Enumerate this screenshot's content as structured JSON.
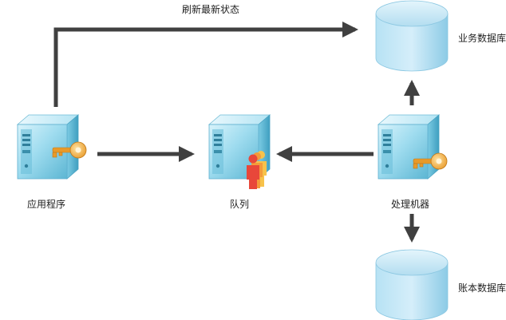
{
  "nodes": {
    "app": {
      "label": "应用程序"
    },
    "queue": {
      "label": "队列"
    },
    "processor": {
      "label": "处理机器"
    },
    "business_db": {
      "label": "业务数据库"
    },
    "account_db": {
      "label": "账本数据库"
    }
  },
  "edges": {
    "refresh": {
      "label": "刷新最新状态"
    }
  },
  "colors": {
    "arrow": "#404040",
    "server_front": "#8fd3e8",
    "server_side": "#5fb8d4",
    "db_body": "#a8d8ee",
    "key": "#f4b24a",
    "people_red": "#e8473a",
    "people_orange": "#f49a3a"
  },
  "icons": {
    "app": "server-with-key-icon",
    "queue": "server-with-people-icon",
    "processor": "server-with-key-icon",
    "business_db": "database-cylinder-icon",
    "account_db": "database-cylinder-icon"
  }
}
